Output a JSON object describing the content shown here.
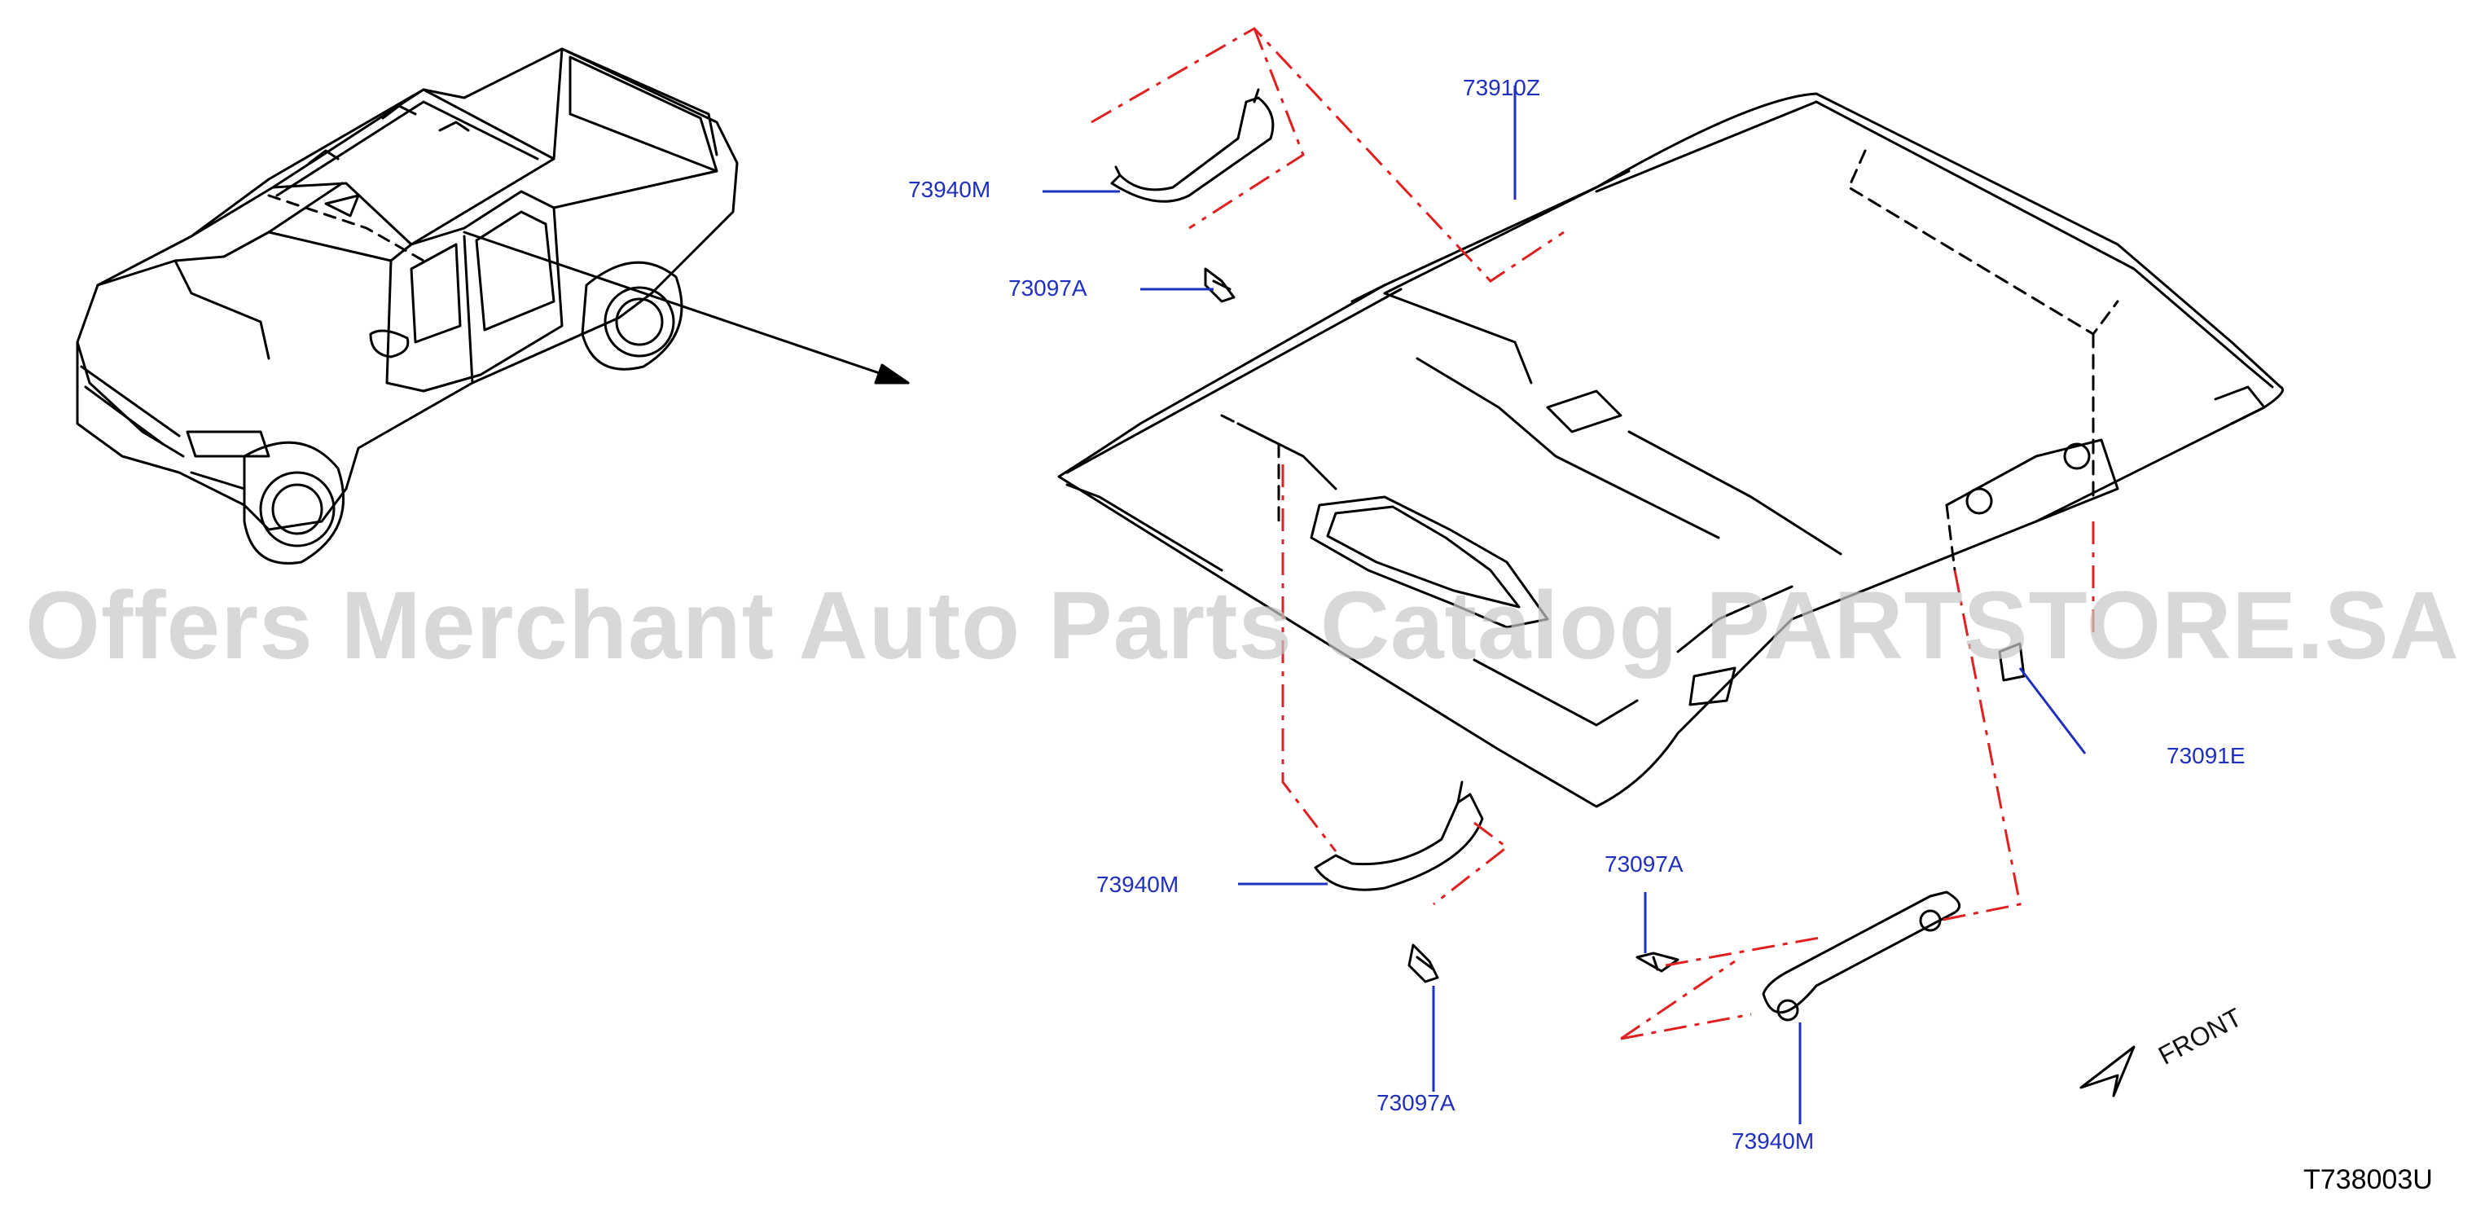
{
  "callouts": [
    {
      "id": "c1",
      "text": "73940M"
    },
    {
      "id": "c2",
      "text": "73097A"
    },
    {
      "id": "c3",
      "text": "73910Z"
    },
    {
      "id": "c4",
      "text": "73091E"
    },
    {
      "id": "c5",
      "text": "73940M"
    },
    {
      "id": "c6",
      "text": "73097A"
    },
    {
      "id": "c7",
      "text": "73097A"
    },
    {
      "id": "c8",
      "text": "73940M"
    }
  ],
  "front_label": "FRONT",
  "drawing_code": "T738003U",
  "watermark": "Offers Merchant Auto Parts Catalog PARTSTORE.SA",
  "colors": {
    "line": "#000000",
    "leader": "#1f2fbf",
    "assembly_path": "#e02020",
    "watermark": "#c8c8c8"
  }
}
